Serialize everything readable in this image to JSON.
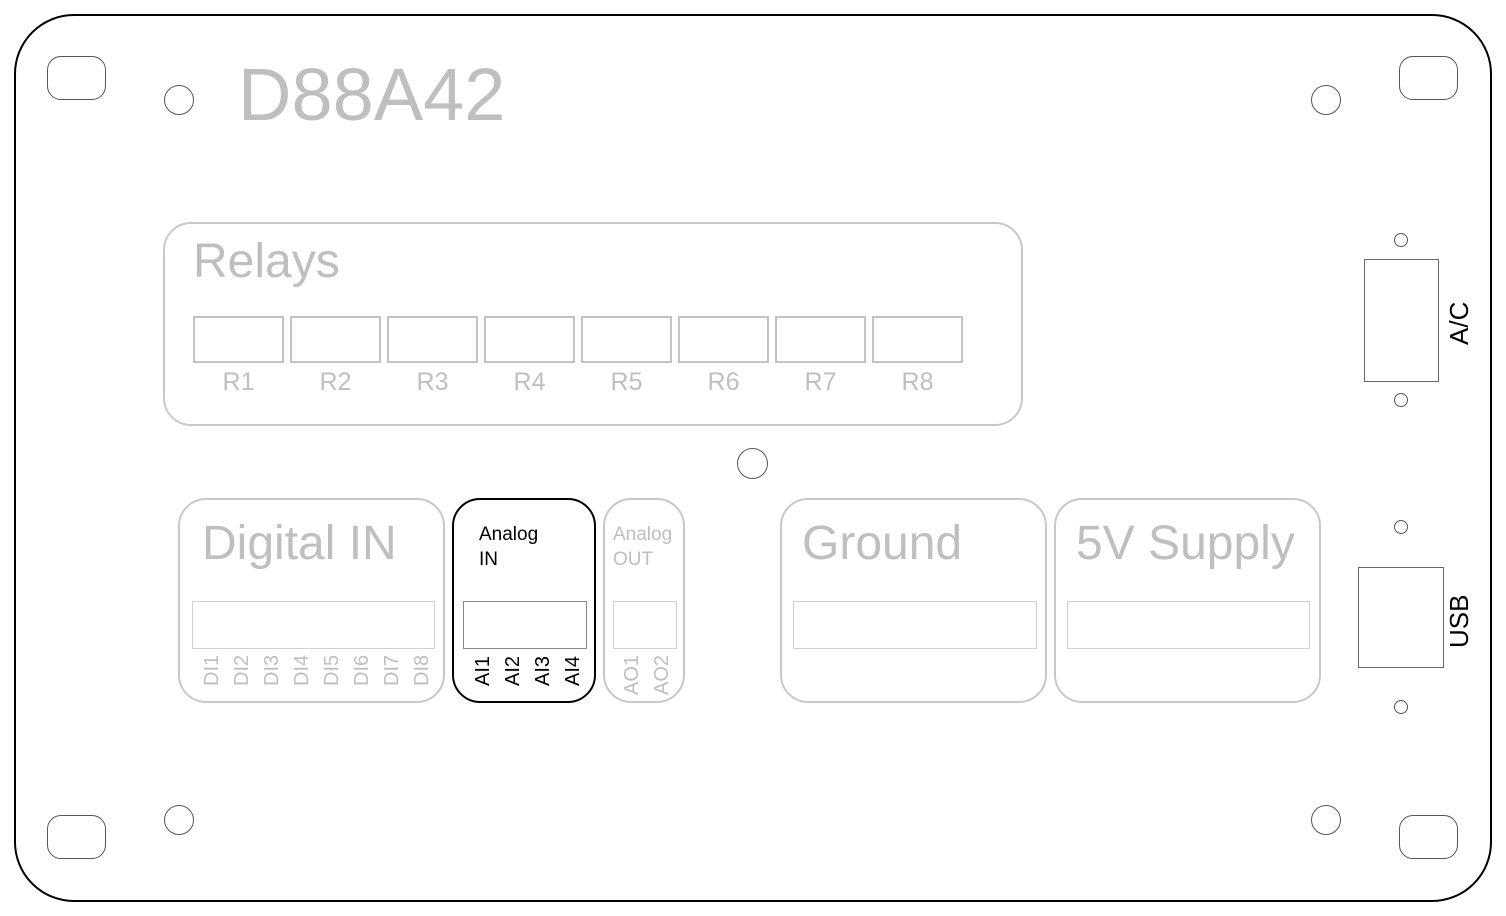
{
  "board": {
    "model": "D88A42",
    "colors": {
      "outline": "#000000",
      "inactive": "#bfbfbf",
      "active": "#000000"
    }
  },
  "relays": {
    "title": "Relays",
    "items": [
      "R1",
      "R2",
      "R3",
      "R4",
      "R5",
      "R6",
      "R7",
      "R8"
    ]
  },
  "digital_in": {
    "title": "Digital IN",
    "pins": [
      "DI1",
      "DI2",
      "DI3",
      "DI4",
      "DI5",
      "DI6",
      "DI7",
      "DI8"
    ]
  },
  "analog_in": {
    "title_line1": "Analog",
    "title_line2": "IN",
    "pins": [
      "AI1",
      "AI2",
      "AI3",
      "AI4"
    ],
    "selected": true
  },
  "analog_out": {
    "title_line1": "Analog",
    "title_line2": "OUT",
    "pins": [
      "AO1",
      "AO2"
    ]
  },
  "ground": {
    "title": "Ground"
  },
  "supply": {
    "title": "5V Supply"
  },
  "ports": {
    "ac": "A/C",
    "usb": "USB"
  }
}
